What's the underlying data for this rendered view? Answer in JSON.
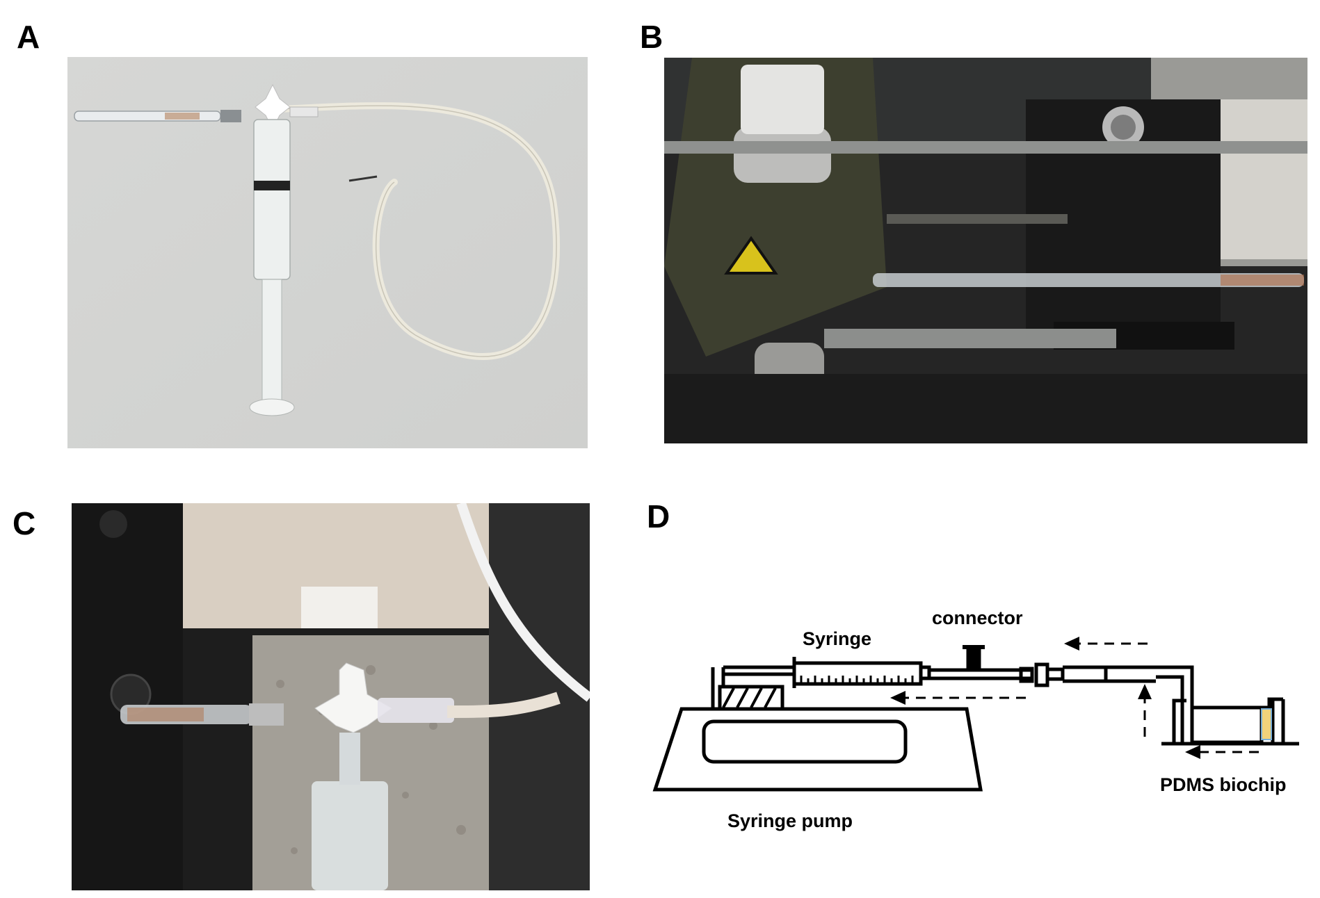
{
  "panels": {
    "a": {
      "label": "A"
    },
    "b": {
      "label": "B"
    },
    "c": {
      "label": "C"
    },
    "d": {
      "label": "D"
    }
  },
  "diagram": {
    "syringe_label": "Syringe",
    "connector_label": "connector",
    "pump_label": "Syringe pump",
    "biochip_label": "PDMS biochip"
  },
  "colors": {
    "photo_a_bg": "#d9d9d7",
    "photo_b_bg": "#2b2b2b",
    "photo_c_bg": "#1c1c1c",
    "biochip_fill": "#f2d37a"
  }
}
